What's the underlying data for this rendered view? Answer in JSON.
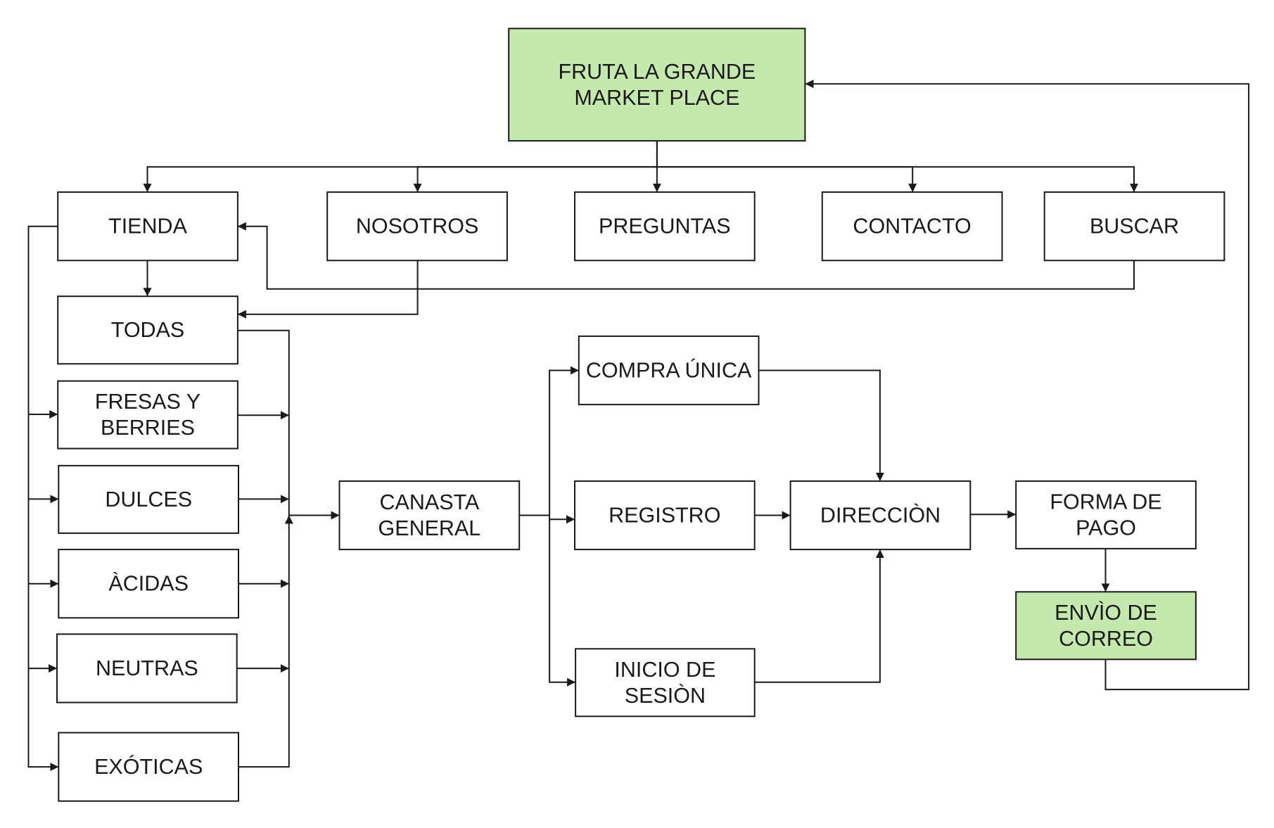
{
  "colors": {
    "highlight_fill": "#c5e8ae",
    "box_fill": "#ffffff",
    "stroke": "#1a1a1a"
  },
  "nodes": {
    "root": {
      "lines": [
        "FRUTA LA GRANDE",
        "MARKET PLACE"
      ],
      "highlight": true
    },
    "tienda": {
      "lines": [
        "TIENDA"
      ]
    },
    "nosotros": {
      "lines": [
        "NOSOTROS"
      ]
    },
    "preguntas": {
      "lines": [
        "PREGUNTAS"
      ]
    },
    "contacto": {
      "lines": [
        "CONTACTO"
      ]
    },
    "buscar": {
      "lines": [
        "BUSCAR"
      ]
    },
    "todas": {
      "lines": [
        "TODAS"
      ]
    },
    "fresas": {
      "lines": [
        "FRESAS  Y",
        "BERRIES"
      ]
    },
    "dulces": {
      "lines": [
        "DULCES"
      ]
    },
    "acidas": {
      "lines": [
        "ÀCIDAS"
      ]
    },
    "neutras": {
      "lines": [
        "NEUTRAS"
      ]
    },
    "exoticas": {
      "lines": [
        "EXÓTICAS"
      ]
    },
    "canasta": {
      "lines": [
        "CANASTA",
        "GENERAL"
      ]
    },
    "compra": {
      "lines": [
        "COMPRA ÚNICA"
      ]
    },
    "registro": {
      "lines": [
        "REGISTRO"
      ]
    },
    "inicio": {
      "lines": [
        "INICIO DE",
        "SESIÒN"
      ]
    },
    "direccion": {
      "lines": [
        "DIRECCIÒN"
      ]
    },
    "forma": {
      "lines": [
        "FORMA DE",
        "PAGO"
      ]
    },
    "envio": {
      "lines": [
        "ENVÌO DE",
        "CORREO"
      ],
      "highlight": true
    }
  },
  "edges": [
    {
      "from": "root",
      "to": "tienda"
    },
    {
      "from": "root",
      "to": "nosotros"
    },
    {
      "from": "root",
      "to": "preguntas"
    },
    {
      "from": "root",
      "to": "contacto"
    },
    {
      "from": "root",
      "to": "buscar"
    },
    {
      "from": "tienda",
      "to": "todas"
    },
    {
      "from": "tienda",
      "to": "fresas"
    },
    {
      "from": "tienda",
      "to": "dulces"
    },
    {
      "from": "tienda",
      "to": "acidas"
    },
    {
      "from": "tienda",
      "to": "neutras"
    },
    {
      "from": "tienda",
      "to": "exoticas"
    },
    {
      "from": "buscar",
      "to": "tienda"
    },
    {
      "from": "nosotros",
      "to": "todas"
    },
    {
      "from": "todas",
      "to": "canasta"
    },
    {
      "from": "fresas",
      "to": "canasta"
    },
    {
      "from": "dulces",
      "to": "canasta"
    },
    {
      "from": "acidas",
      "to": "canasta"
    },
    {
      "from": "neutras",
      "to": "canasta"
    },
    {
      "from": "exoticas",
      "to": "canasta"
    },
    {
      "from": "canasta",
      "to": "compra"
    },
    {
      "from": "canasta",
      "to": "registro"
    },
    {
      "from": "canasta",
      "to": "inicio"
    },
    {
      "from": "compra",
      "to": "direccion"
    },
    {
      "from": "registro",
      "to": "direccion"
    },
    {
      "from": "inicio",
      "to": "direccion"
    },
    {
      "from": "direccion",
      "to": "forma"
    },
    {
      "from": "forma",
      "to": "envio"
    },
    {
      "from": "envio",
      "to": "root"
    }
  ]
}
